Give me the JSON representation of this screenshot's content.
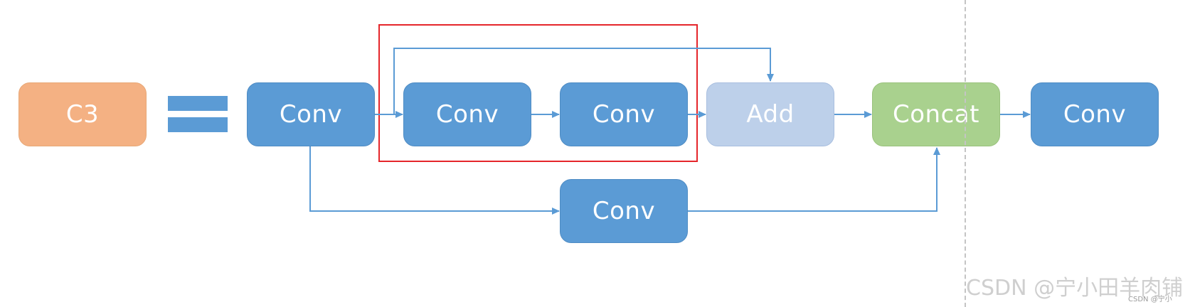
{
  "diagram": {
    "colors": {
      "conv": "#5b9bd5",
      "c3": "#f4b183",
      "add": "#bdd0ea",
      "concat": "#a9d18e",
      "highlight": "#e5262b",
      "arrow": "#5b9bd5"
    },
    "nodes": {
      "c3": "C3",
      "conv_main": "Conv",
      "conv_bottleneck_1": "Conv",
      "conv_bottleneck_2": "Conv",
      "add": "Add",
      "concat": "Concat",
      "conv_output": "Conv",
      "conv_branch": "Conv"
    },
    "equals_symbol": "="
  },
  "watermark": {
    "text": "CSDN @宁小田羊肉铺",
    "small_text": "CSDN @宁小"
  }
}
